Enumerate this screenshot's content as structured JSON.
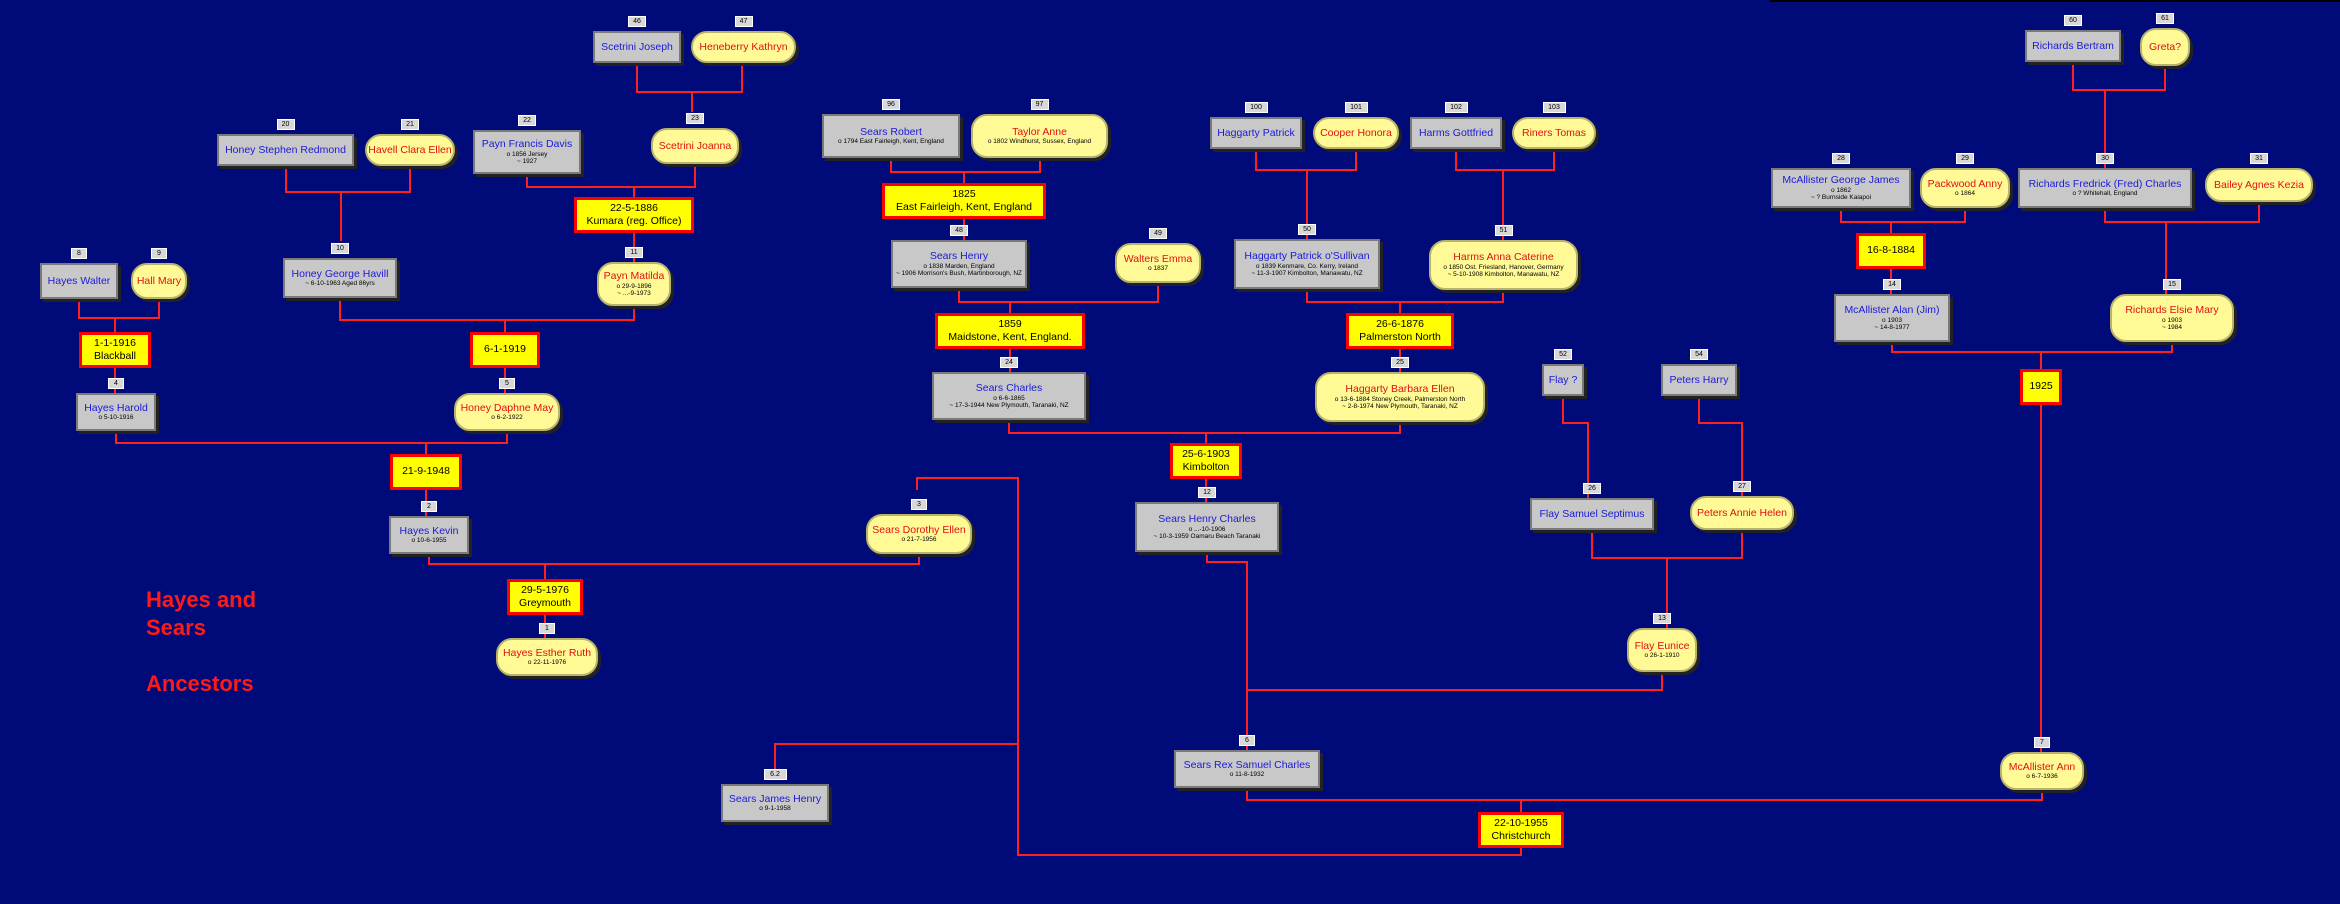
{
  "title": {
    "line1": "Hayes and",
    "line2": "Sears",
    "line3": "Ancestors"
  },
  "colors": {
    "background": "#000a78",
    "line": "#ff2020",
    "male_box": "#c8c8c8",
    "female_box": "#fffa96",
    "marriage_box": "#ffff00"
  },
  "people": [
    {
      "id": "p46",
      "num": "46",
      "sex": "m",
      "name": "Scetrini Joseph",
      "d1": "",
      "d2": ""
    },
    {
      "id": "p47",
      "num": "47",
      "sex": "f",
      "name": "Heneberry Kathryn",
      "d1": "",
      "d2": ""
    },
    {
      "id": "p20",
      "num": "20",
      "sex": "m",
      "name": "Honey Stephen Redmond",
      "d1": "",
      "d2": ""
    },
    {
      "id": "p21",
      "num": "21",
      "sex": "f",
      "name": "Havell Clara Ellen",
      "d1": "",
      "d2": ""
    },
    {
      "id": "p22",
      "num": "22",
      "sex": "m",
      "name": "Payn Francis Davis",
      "d1": "o 1856 Jersey",
      "d2": "~ 1927"
    },
    {
      "id": "p23",
      "num": "23",
      "sex": "f",
      "name": "Scetrini Joanna",
      "d1": "",
      "d2": ""
    },
    {
      "id": "p8",
      "num": "8",
      "sex": "m",
      "name": "Hayes Walter",
      "d1": "",
      "d2": ""
    },
    {
      "id": "p9",
      "num": "9",
      "sex": "f",
      "name": "Hall Mary",
      "d1": "",
      "d2": ""
    },
    {
      "id": "p10",
      "num": "10",
      "sex": "m",
      "name": "Honey George Havill",
      "d1": "~ 6-10-1963 Aged 86yrs",
      "d2": ""
    },
    {
      "id": "p11",
      "num": "11",
      "sex": "f",
      "name": "Payn Matilda",
      "d1": "o 29-9-1896",
      "d2": "~ ...-9-1973"
    },
    {
      "id": "p4",
      "num": "4",
      "sex": "m",
      "name": "Hayes Harold",
      "d1": "o 5-10-1916",
      "d2": ""
    },
    {
      "id": "p5",
      "num": "5",
      "sex": "f",
      "name": "Honey Daphne May",
      "d1": "o 6-2-1922",
      "d2": ""
    },
    {
      "id": "p2",
      "num": "2",
      "sex": "m",
      "name": "Hayes Kevin",
      "d1": "o 10-6-1955",
      "d2": ""
    },
    {
      "id": "p3",
      "num": "3",
      "sex": "f",
      "name": "Sears Dorothy Ellen",
      "d1": "o 21-7-1956",
      "d2": ""
    },
    {
      "id": "p1",
      "num": "1",
      "sex": "f",
      "name": "Hayes Esther Ruth",
      "d1": "o 22-11-1976",
      "d2": ""
    },
    {
      "id": "p96",
      "num": "96",
      "sex": "m",
      "name": "Sears Robert",
      "d1": "o 1794 East Fairleigh, Kent, England",
      "d2": ""
    },
    {
      "id": "p97",
      "num": "97",
      "sex": "f",
      "name": "Taylor Anne",
      "d1": "o 1802 Windhurst, Sussex, England",
      "d2": ""
    },
    {
      "id": "p48",
      "num": "48",
      "sex": "m",
      "name": "Sears Henry",
      "d1": "o 1838 Marden, England",
      "d2": "~ 1906 Morrison's Bush, Martinborough, NZ"
    },
    {
      "id": "p49",
      "num": "49",
      "sex": "f",
      "name": "Walters Emma",
      "d1": "o 1837",
      "d2": ""
    },
    {
      "id": "p24",
      "num": "24",
      "sex": "m",
      "name": "Sears Charles",
      "d1": "o 6-6-1865",
      "d2": "~ 17-3-1944 New Plymouth, Taranaki, NZ"
    },
    {
      "id": "p100",
      "num": "100",
      "sex": "m",
      "name": "Haggarty Patrick",
      "d1": "",
      "d2": ""
    },
    {
      "id": "p101",
      "num": "101",
      "sex": "f",
      "name": "Cooper Honora",
      "d1": "",
      "d2": ""
    },
    {
      "id": "p102",
      "num": "102",
      "sex": "m",
      "name": "Harms Gottfried",
      "d1": "",
      "d2": ""
    },
    {
      "id": "p103",
      "num": "103",
      "sex": "f",
      "name": "Riners Tomas",
      "d1": "",
      "d2": ""
    },
    {
      "id": "p50",
      "num": "50",
      "sex": "m",
      "name": "Haggarty Patrick o'Sullivan",
      "d1": "o 1839 Kenmare, Co. Kerry, Ireland",
      "d2": "~ 11-3-1907 Kimbolton, Manawatu, NZ"
    },
    {
      "id": "p51",
      "num": "51",
      "sex": "f",
      "name": "Harms Anna Caterine",
      "d1": "o 1850 Ost. Friesland, Hanover, Germany",
      "d2": "~ 5-10-1908 Kimbolton, Manawatu, NZ"
    },
    {
      "id": "p25",
      "num": "25",
      "sex": "f",
      "name": "Haggarty Barbara Ellen",
      "d1": "o 13-6-1884 Stoney Creek, Palmerston North",
      "d2": "~ 2-8-1974 New Plymouth, Taranaki, NZ"
    },
    {
      "id": "p12",
      "num": "12",
      "sex": "m",
      "name": "Sears Henry Charles",
      "d1": "o ...-10-1906",
      "d2": "~ 10-3-1959 Oamaru Beach Taranaki"
    },
    {
      "id": "p52",
      "num": "52",
      "sex": "m",
      "name": "Flay ?",
      "d1": "",
      "d2": ""
    },
    {
      "id": "p54",
      "num": "54",
      "sex": "m",
      "name": "Peters Harry",
      "d1": "",
      "d2": ""
    },
    {
      "id": "p26",
      "num": "26",
      "sex": "m",
      "name": "Flay Samuel Septimus",
      "d1": "",
      "d2": ""
    },
    {
      "id": "p27",
      "num": "27",
      "sex": "f",
      "name": "Peters Annie Helen",
      "d1": "",
      "d2": ""
    },
    {
      "id": "p13",
      "num": "13",
      "sex": "f",
      "name": "Flay Eunice",
      "d1": "o 26-1-1910",
      "d2": ""
    },
    {
      "id": "p6",
      "num": "6",
      "sex": "m",
      "name": "Sears Rex Samuel Charles",
      "d1": "o 11-8-1932",
      "d2": ""
    },
    {
      "id": "p62",
      "num": "6.2",
      "sex": "m",
      "name": "Sears James Henry",
      "d1": "o 9-1-1958",
      "d2": ""
    },
    {
      "id": "p60",
      "num": "60",
      "sex": "m",
      "name": "Richards Bertram",
      "d1": "",
      "d2": ""
    },
    {
      "id": "p61",
      "num": "61",
      "sex": "f",
      "name": "Greta?",
      "d1": "",
      "d2": ""
    },
    {
      "id": "p28",
      "num": "28",
      "sex": "m",
      "name": "McAllister George James",
      "d1": "o 1862",
      "d2": "~ ? Burnside Kaiapoi"
    },
    {
      "id": "p29",
      "num": "29",
      "sex": "f",
      "name": "Packwood Anny",
      "d1": "o 1864",
      "d2": ""
    },
    {
      "id": "p30",
      "num": "30",
      "sex": "m",
      "name": "Richards Fredrick (Fred) Charles",
      "d1": "o ? Whitehall, England",
      "d2": ""
    },
    {
      "id": "p31",
      "num": "31",
      "sex": "f",
      "name": "Bailey Agnes Kezia",
      "d1": "",
      "d2": ""
    },
    {
      "id": "p14",
      "num": "14",
      "sex": "m",
      "name": "McAllister Alan (Jim)",
      "d1": "o 1903",
      "d2": "~ 14-8-1977"
    },
    {
      "id": "p15",
      "num": "15",
      "sex": "f",
      "name": "Richards Elsie Mary",
      "d1": "o 1903",
      "d2": "~ 1984"
    },
    {
      "id": "p7",
      "num": "7",
      "sex": "f",
      "name": "McAllister Ann",
      "d1": "o 6-7-1936",
      "d2": ""
    }
  ],
  "marriages": [
    {
      "id": "m1",
      "l1": "22-5-1886",
      "l2": "Kumara (reg. Office)"
    },
    {
      "id": "m2",
      "l1": "1-1-1916",
      "l2": "Blackball"
    },
    {
      "id": "m3",
      "l1": "6-1-1919",
      "l2": ""
    },
    {
      "id": "m4",
      "l1": "21-9-1948",
      "l2": ""
    },
    {
      "id": "m5",
      "l1": "29-5-1976",
      "l2": "Greymouth"
    },
    {
      "id": "m6",
      "l1": "1825",
      "l2": "East Fairleigh, Kent, England"
    },
    {
      "id": "m7",
      "l1": "1859",
      "l2": "Maidstone, Kent, England."
    },
    {
      "id": "m8",
      "l1": "26-6-1876",
      "l2": "Palmerston North"
    },
    {
      "id": "m9",
      "l1": "25-6-1903",
      "l2": "Kimbolton"
    },
    {
      "id": "m10",
      "l1": "16-8-1884",
      "l2": ""
    },
    {
      "id": "m11",
      "l1": "1925",
      "l2": ""
    },
    {
      "id": "m12",
      "l1": "22-10-1955",
      "l2": "Christchurch"
    }
  ]
}
